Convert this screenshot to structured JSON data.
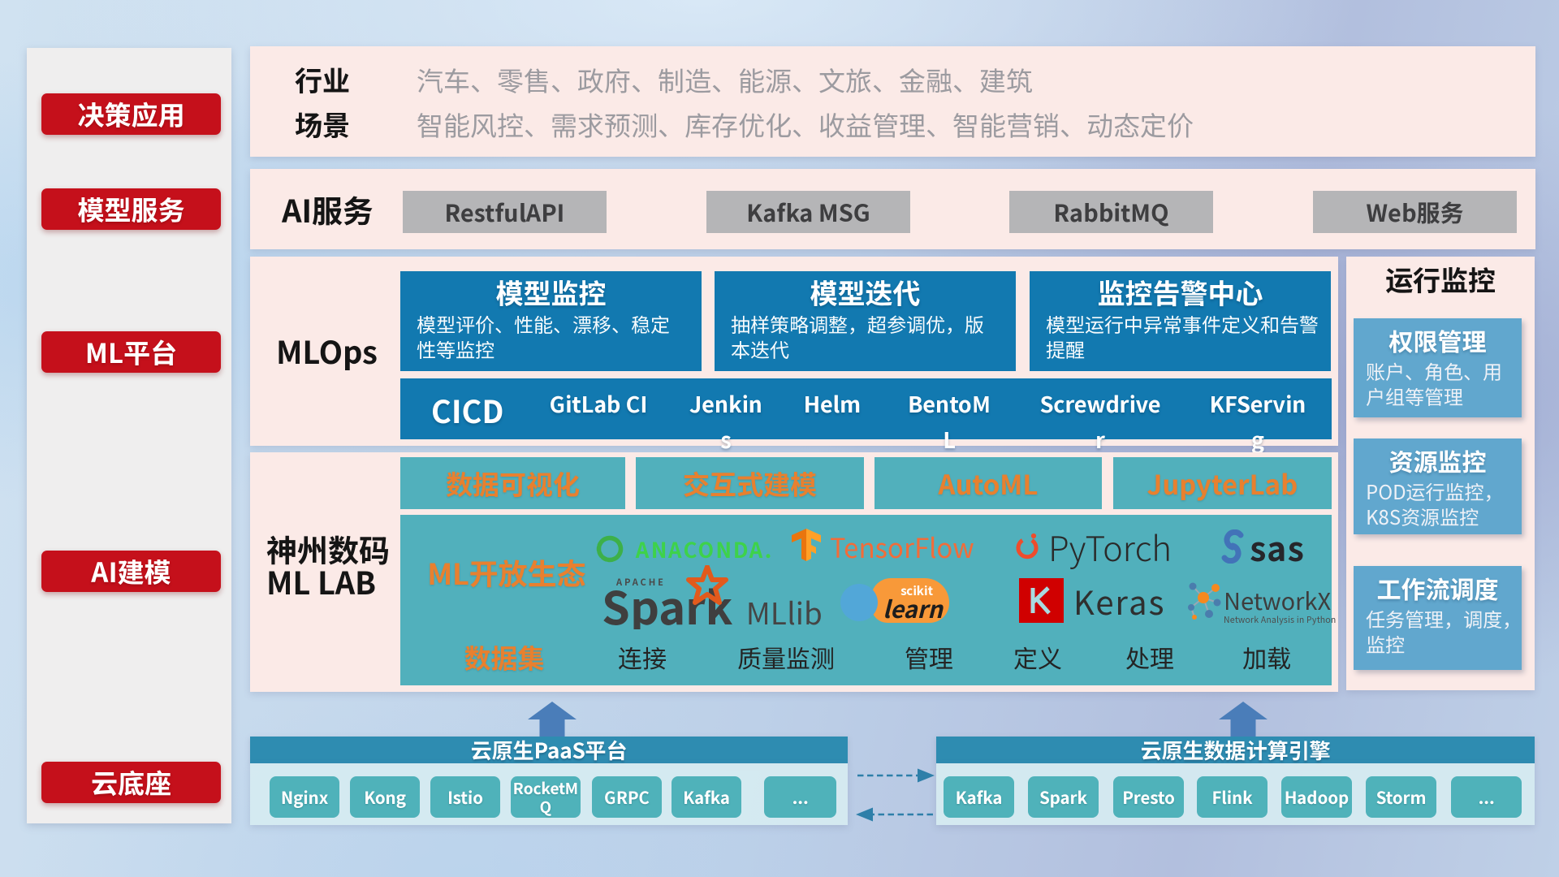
{
  "colors": {
    "accent_red": "#c5101b",
    "panel_pink": "#fbeae7",
    "card_blue": "#1279b0",
    "teal": "#51b0bc",
    "monitor_card_blue": "#61a7ce",
    "bar_header_teal": "#2e8cb1",
    "mini_box_teal": "#4fb2ba",
    "orange_text": "#e8802f",
    "gray_box": "#b5b5b7",
    "arrow_blue": "#4a7db9"
  },
  "sidebar": {
    "items": [
      {
        "label": "决策应用"
      },
      {
        "label": "模型服务"
      },
      {
        "label": "ML平台"
      },
      {
        "label": "AI建模"
      },
      {
        "label": "云底座"
      }
    ]
  },
  "industry_panel": {
    "rows": [
      {
        "label": "行业",
        "text": "汽车、零售、政府、制造、能源、文旅、金融、建筑"
      },
      {
        "label": "场景",
        "text": "智能风控、需求预测、库存优化、收益管理、智能营销、动态定价"
      }
    ]
  },
  "ai_service_panel": {
    "label": "AI服务",
    "services": [
      "RestfulAPI",
      "Kafka MSG",
      "RabbitMQ",
      "Web服务"
    ]
  },
  "mlops_panel": {
    "label": "MLOps",
    "cards": [
      {
        "title": "模型监控",
        "desc": "模型评价、性能、漂移、稳定\n性等监控"
      },
      {
        "title": "模型迭代",
        "desc": "抽样策略调整，超参调优，版\n本迭代"
      },
      {
        "title": "监控告警中心",
        "desc": "模型运行中异常事件定义和告警\n提醒"
      }
    ],
    "cicd": {
      "label": "CICD",
      "tools": [
        "GitLab CI",
        "Jenkins",
        "Helm",
        "BentoML",
        "Screwdriver",
        "KFServing"
      ]
    }
  },
  "mllab_panel": {
    "label_line1": "神州数码",
    "label_line2": "ML LAB",
    "tools": [
      "数据可视化",
      "交互式建模",
      "AutoML",
      "JupyterLab"
    ],
    "ecosystem": {
      "label": "ML开放生态",
      "logos": {
        "anaconda": {
          "text": "ANACONDA."
        },
        "tensorflow": {
          "text": "TensorFlow"
        },
        "pytorch": {
          "text": "PyTorch"
        },
        "sas": {
          "text": "sas"
        },
        "spark": {
          "apache": "APACHE",
          "text": "Spark",
          "suffix": "MLlib"
        },
        "sklearn": {
          "scikit": "scikit",
          "text": "learn"
        },
        "keras": {
          "k": "K",
          "text": "Keras"
        },
        "networkx": {
          "text": "NetworkX",
          "subtitle": "Network Analysis in Python"
        }
      }
    },
    "dataset": {
      "label": "数据集",
      "items": [
        "连接",
        "质量监测",
        "管理",
        "定义",
        "处理",
        "加载"
      ]
    }
  },
  "monitor_panel": {
    "title": "运行监控",
    "cards": [
      {
        "title": "权限管理",
        "desc": "账户、角色、用\n户组等管理"
      },
      {
        "title": "资源监控",
        "desc": "POD运行监控，\nK8S资源监控"
      },
      {
        "title": "工作流调度",
        "desc": "任务管理，调度，\n监控"
      }
    ]
  },
  "paas_bar": {
    "title": "云原生PaaS平台",
    "items": [
      "Nginx",
      "Kong",
      "Istio",
      "RocketMQ",
      "GRPC",
      "Kafka",
      "..."
    ]
  },
  "engine_bar": {
    "title": "云原生数据计算引擎",
    "items": [
      "Kafka",
      "Spark",
      "Presto",
      "Flink",
      "Hadoop",
      "Storm",
      "..."
    ]
  }
}
